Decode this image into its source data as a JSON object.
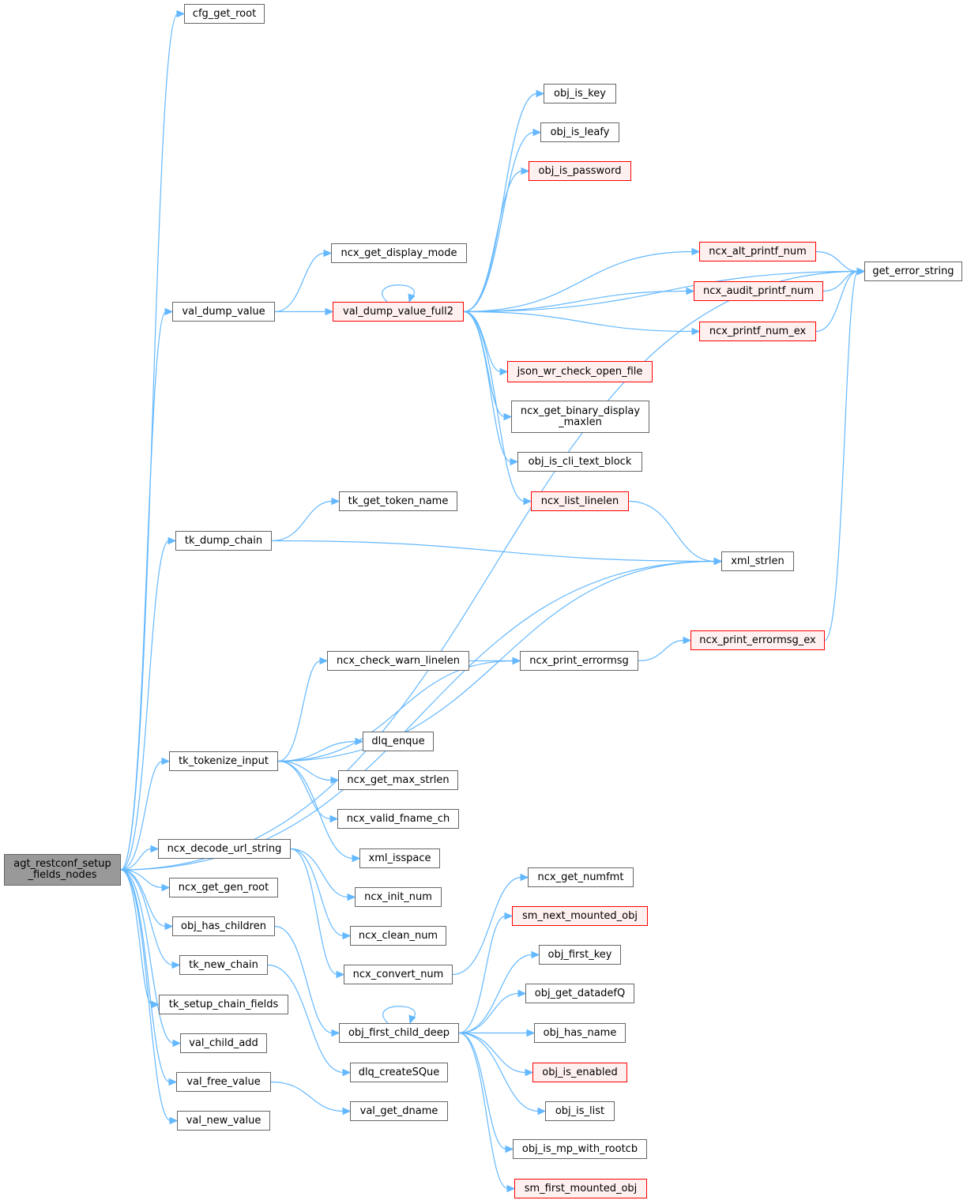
{
  "root": {
    "label": "agt_restconf_setup\n_fields_nodes"
  },
  "nodes": {
    "cfg_get_root": {
      "label": "cfg_get_root",
      "style": "normal"
    },
    "val_dump_value": {
      "label": "val_dump_value",
      "style": "normal"
    },
    "ncx_get_display_mode": {
      "label": "ncx_get_display_mode",
      "style": "normal"
    },
    "val_dump_value_full2": {
      "label": "val_dump_value_full2",
      "style": "red"
    },
    "obj_is_key": {
      "label": "obj_is_key",
      "style": "normal"
    },
    "obj_is_leafy": {
      "label": "obj_is_leafy",
      "style": "normal"
    },
    "obj_is_password": {
      "label": "obj_is_password",
      "style": "red"
    },
    "ncx_alt_printf_num": {
      "label": "ncx_alt_printf_num",
      "style": "red"
    },
    "ncx_audit_printf_num": {
      "label": "ncx_audit_printf_num",
      "style": "red"
    },
    "ncx_printf_num_ex": {
      "label": "ncx_printf_num_ex",
      "style": "red"
    },
    "get_error_string": {
      "label": "get_error_string",
      "style": "normal"
    },
    "json_wr_check_open_file": {
      "label": "json_wr_check_open_file",
      "style": "red"
    },
    "ncx_get_binary_display_maxlen": {
      "label": "ncx_get_binary_display\n_maxlen",
      "style": "normal"
    },
    "obj_is_cli_text_block": {
      "label": "obj_is_cli_text_block",
      "style": "normal"
    },
    "ncx_list_linelen": {
      "label": "ncx_list_linelen",
      "style": "red"
    },
    "tk_get_token_name": {
      "label": "tk_get_token_name",
      "style": "normal"
    },
    "tk_dump_chain": {
      "label": "tk_dump_chain",
      "style": "normal"
    },
    "xml_strlen": {
      "label": "xml_strlen",
      "style": "normal"
    },
    "ncx_print_errormsg_ex": {
      "label": "ncx_print_errormsg_ex",
      "style": "red"
    },
    "ncx_check_warn_linelen": {
      "label": "ncx_check_warn_linelen",
      "style": "normal"
    },
    "ncx_print_errormsg": {
      "label": "ncx_print_errormsg",
      "style": "normal"
    },
    "dlq_enque": {
      "label": "dlq_enque",
      "style": "normal"
    },
    "tk_tokenize_input": {
      "label": "tk_tokenize_input",
      "style": "normal"
    },
    "ncx_get_max_strlen": {
      "label": "ncx_get_max_strlen",
      "style": "normal"
    },
    "ncx_valid_fname_ch": {
      "label": "ncx_valid_fname_ch",
      "style": "normal"
    },
    "xml_isspace": {
      "label": "xml_isspace",
      "style": "normal"
    },
    "ncx_decode_url_string": {
      "label": "ncx_decode_url_string",
      "style": "normal"
    },
    "ncx_init_num": {
      "label": "ncx_init_num",
      "style": "normal"
    },
    "ncx_get_gen_root": {
      "label": "ncx_get_gen_root",
      "style": "normal"
    },
    "ncx_get_numfmt": {
      "label": "ncx_get_numfmt",
      "style": "normal"
    },
    "sm_next_mounted_obj": {
      "label": "sm_next_mounted_obj",
      "style": "red"
    },
    "obj_has_children": {
      "label": "obj_has_children",
      "style": "normal"
    },
    "ncx_clean_num": {
      "label": "ncx_clean_num",
      "style": "normal"
    },
    "obj_first_key": {
      "label": "obj_first_key",
      "style": "normal"
    },
    "tk_new_chain": {
      "label": "tk_new_chain",
      "style": "normal"
    },
    "ncx_convert_num": {
      "label": "ncx_convert_num",
      "style": "normal"
    },
    "obj_get_datadefQ": {
      "label": "obj_get_datadefQ",
      "style": "normal"
    },
    "tk_setup_chain_fields": {
      "label": "tk_setup_chain_fields",
      "style": "normal"
    },
    "obj_first_child_deep": {
      "label": "obj_first_child_deep",
      "style": "normal"
    },
    "obj_has_name": {
      "label": "obj_has_name",
      "style": "normal"
    },
    "val_child_add": {
      "label": "val_child_add",
      "style": "normal"
    },
    "dlq_createSQue": {
      "label": "dlq_createSQue",
      "style": "normal"
    },
    "obj_is_enabled": {
      "label": "obj_is_enabled",
      "style": "red"
    },
    "val_free_value": {
      "label": "val_free_value",
      "style": "normal"
    },
    "obj_is_list": {
      "label": "obj_is_list",
      "style": "normal"
    },
    "val_get_dname": {
      "label": "val_get_dname",
      "style": "normal"
    },
    "val_new_value": {
      "label": "val_new_value",
      "style": "normal"
    },
    "obj_is_mp_with_rootcb": {
      "label": "obj_is_mp_with_rootcb",
      "style": "normal"
    },
    "sm_first_mounted_obj": {
      "label": "sm_first_mounted_obj",
      "style": "red"
    }
  },
  "edges": [
    [
      "root",
      "cfg_get_root"
    ],
    [
      "root",
      "get_error_string"
    ],
    [
      "root",
      "val_dump_value"
    ],
    [
      "root",
      "tk_dump_chain"
    ],
    [
      "root",
      "xml_strlen"
    ],
    [
      "root",
      "tk_tokenize_input"
    ],
    [
      "root",
      "ncx_decode_url_string"
    ],
    [
      "root",
      "ncx_get_gen_root"
    ],
    [
      "root",
      "obj_has_children"
    ],
    [
      "root",
      "tk_new_chain"
    ],
    [
      "root",
      "tk_setup_chain_fields"
    ],
    [
      "root",
      "val_child_add"
    ],
    [
      "root",
      "val_free_value"
    ],
    [
      "root",
      "val_new_value"
    ],
    [
      "val_dump_value",
      "ncx_get_display_mode"
    ],
    [
      "val_dump_value",
      "val_dump_value_full2"
    ],
    [
      "val_dump_value_full2",
      "val_dump_value_full2"
    ],
    [
      "val_dump_value_full2",
      "obj_is_key"
    ],
    [
      "val_dump_value_full2",
      "obj_is_leafy"
    ],
    [
      "val_dump_value_full2",
      "obj_is_password"
    ],
    [
      "val_dump_value_full2",
      "get_error_string"
    ],
    [
      "val_dump_value_full2",
      "ncx_alt_printf_num"
    ],
    [
      "val_dump_value_full2",
      "ncx_audit_printf_num"
    ],
    [
      "val_dump_value_full2",
      "ncx_printf_num_ex"
    ],
    [
      "val_dump_value_full2",
      "json_wr_check_open_file"
    ],
    [
      "val_dump_value_full2",
      "ncx_get_binary_display_maxlen"
    ],
    [
      "val_dump_value_full2",
      "obj_is_cli_text_block"
    ],
    [
      "val_dump_value_full2",
      "ncx_list_linelen"
    ],
    [
      "ncx_alt_printf_num",
      "get_error_string"
    ],
    [
      "ncx_audit_printf_num",
      "get_error_string"
    ],
    [
      "ncx_printf_num_ex",
      "get_error_string"
    ],
    [
      "ncx_list_linelen",
      "xml_strlen"
    ],
    [
      "tk_dump_chain",
      "tk_get_token_name"
    ],
    [
      "tk_dump_chain",
      "xml_strlen"
    ],
    [
      "ncx_print_errormsg_ex",
      "get_error_string"
    ],
    [
      "tk_tokenize_input",
      "xml_strlen"
    ],
    [
      "tk_tokenize_input",
      "ncx_check_warn_linelen"
    ],
    [
      "tk_tokenize_input",
      "ncx_print_errormsg"
    ],
    [
      "tk_tokenize_input",
      "dlq_enque"
    ],
    [
      "tk_tokenize_input",
      "ncx_get_max_strlen"
    ],
    [
      "tk_tokenize_input",
      "ncx_valid_fname_ch"
    ],
    [
      "tk_tokenize_input",
      "xml_isspace"
    ],
    [
      "ncx_check_warn_linelen",
      "ncx_print_errormsg"
    ],
    [
      "ncx_print_errormsg",
      "ncx_print_errormsg_ex"
    ],
    [
      "ncx_decode_url_string",
      "ncx_init_num"
    ],
    [
      "ncx_decode_url_string",
      "ncx_clean_num"
    ],
    [
      "ncx_decode_url_string",
      "ncx_convert_num"
    ],
    [
      "ncx_convert_num",
      "ncx_get_numfmt"
    ],
    [
      "obj_has_children",
      "obj_first_child_deep"
    ],
    [
      "tk_new_chain",
      "dlq_createSQue"
    ],
    [
      "val_free_value",
      "val_get_dname"
    ],
    [
      "obj_first_child_deep",
      "obj_first_child_deep"
    ],
    [
      "obj_first_child_deep",
      "sm_next_mounted_obj"
    ],
    [
      "obj_first_child_deep",
      "obj_first_key"
    ],
    [
      "obj_first_child_deep",
      "obj_get_datadefQ"
    ],
    [
      "obj_first_child_deep",
      "obj_has_name"
    ],
    [
      "obj_first_child_deep",
      "obj_is_enabled"
    ],
    [
      "obj_first_child_deep",
      "obj_is_list"
    ],
    [
      "obj_first_child_deep",
      "obj_is_mp_with_rootcb"
    ],
    [
      "obj_first_child_deep",
      "sm_first_mounted_obj"
    ]
  ]
}
